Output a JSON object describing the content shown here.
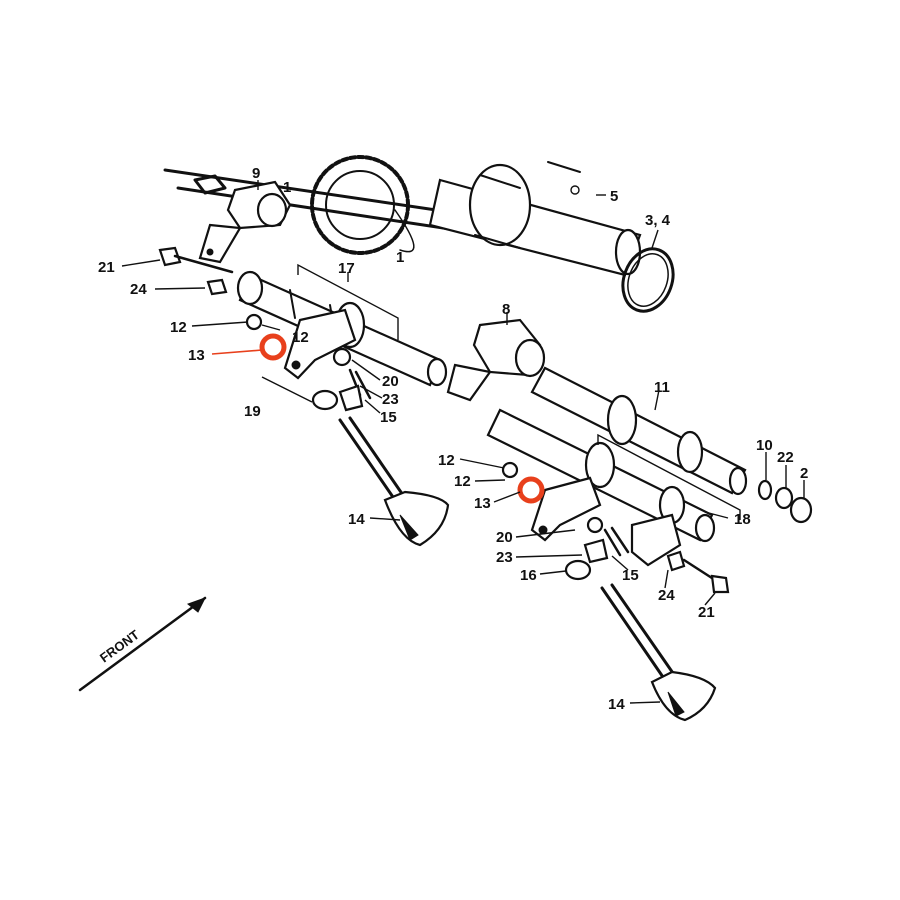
{
  "callouts": {
    "p9_top": "9",
    "p1_left": "1",
    "p1_mid": "1",
    "p5": "5",
    "p34": "3, 4",
    "p21_left": "21",
    "p24_left": "24",
    "p17": "17",
    "p12_left_a": "12",
    "p12_left_b": "12",
    "p13_left": "13",
    "p20_left": "20",
    "p23_left": "23",
    "p15_left": "15",
    "p19_left": "19",
    "p14_left": "14",
    "p8": "8",
    "p11": "11",
    "p10": "10",
    "p22": "22",
    "p2": "2",
    "p18": "18",
    "p12_right_a": "12",
    "p12_right_b": "12",
    "p13_right": "13",
    "p20_right": "20",
    "p23_right": "23",
    "p15_right": "15",
    "p16": "16",
    "p24_right": "24",
    "p21_right": "21",
    "p14_right": "14"
  },
  "front_label": "FRONT",
  "colors": {
    "ink": "#111111",
    "highlight": "#e8401c",
    "paper": "#ffffff"
  }
}
